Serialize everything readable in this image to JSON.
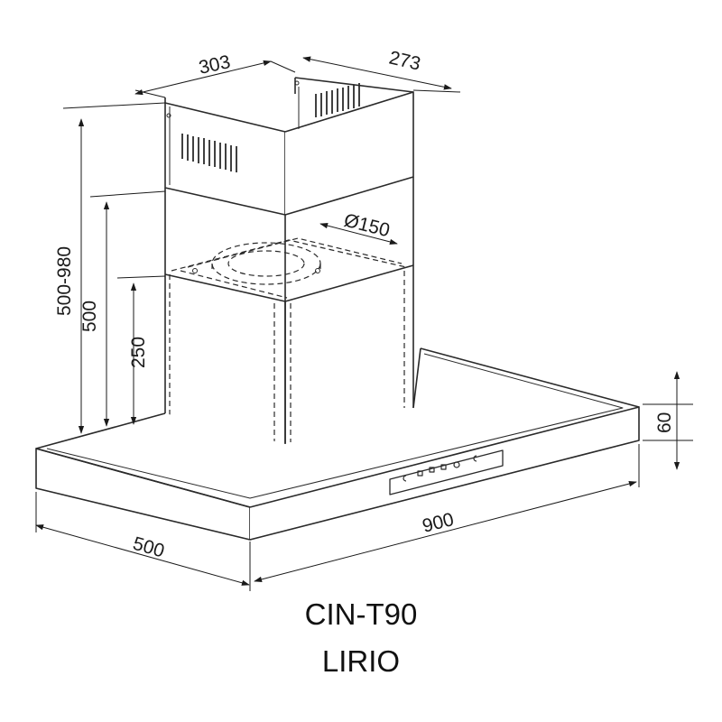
{
  "dimensions": {
    "chimney_width": "303",
    "chimney_depth": "273",
    "outlet_diameter": "Ø150",
    "total_height": "500-980",
    "height_500": "500",
    "height_250": "250",
    "hood_thickness": "60",
    "hood_depth": "500",
    "hood_width": "900"
  },
  "caption": {
    "model_code": "CIN-T90",
    "model_name": "LIRIO"
  },
  "colors": {
    "line": "#2a2a2a",
    "panel_fill": "#ffffff"
  },
  "icons": [
    "dimension-arrow-icon",
    "control-button-icon",
    "vent-slot-icon"
  ]
}
